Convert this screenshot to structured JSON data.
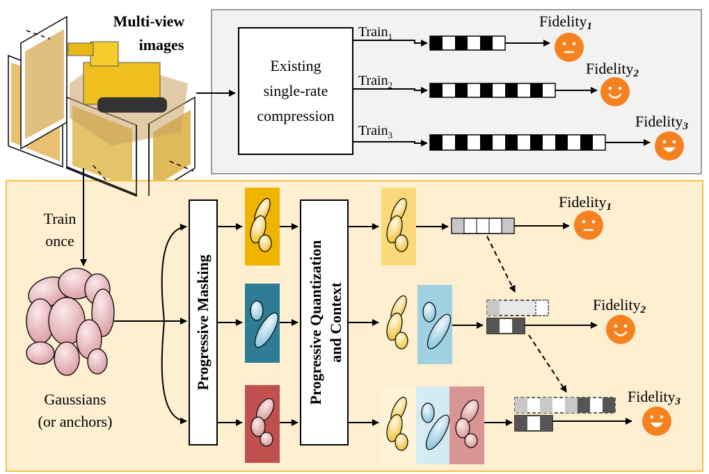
{
  "top": {
    "title_line1": "Multi-view",
    "title_line2": "images",
    "box_line1": "Existing",
    "box_line2": "single-rate",
    "box_line3": "compression",
    "rows": [
      {
        "train": "Train",
        "sub": "1",
        "fidelity": "Fidelity",
        "fsub": "1"
      },
      {
        "train": "Train",
        "sub": "2",
        "fidelity": "Fidelity",
        "fsub": "2"
      },
      {
        "train": "Train",
        "sub": "3",
        "fidelity": "Fidelity",
        "fsub": "3"
      }
    ]
  },
  "bottom": {
    "train_line1": "Train",
    "train_line2": "once",
    "gaussians_line1": "Gaussians",
    "gaussians_line2": "(or anchors)",
    "masking_label": "Progressive Masking",
    "quant_line1": "Progressive Quantization",
    "quant_line2": "and Context",
    "fidelity": [
      {
        "label": "Fidelity",
        "sub": "1"
      },
      {
        "label": "Fidelity",
        "sub": "2"
      },
      {
        "label": "Fidelity",
        "sub": "3"
      }
    ]
  },
  "colors": {
    "top_panel_bg": "#f2f2f2",
    "bottom_panel_bg": "#fdefd0",
    "bottom_panel_border": "#f5c242",
    "yellow_tile": "#f0b400",
    "teal_tile": "#2e7d95",
    "red_tile": "#c0504d",
    "face": "#f5821f"
  }
}
